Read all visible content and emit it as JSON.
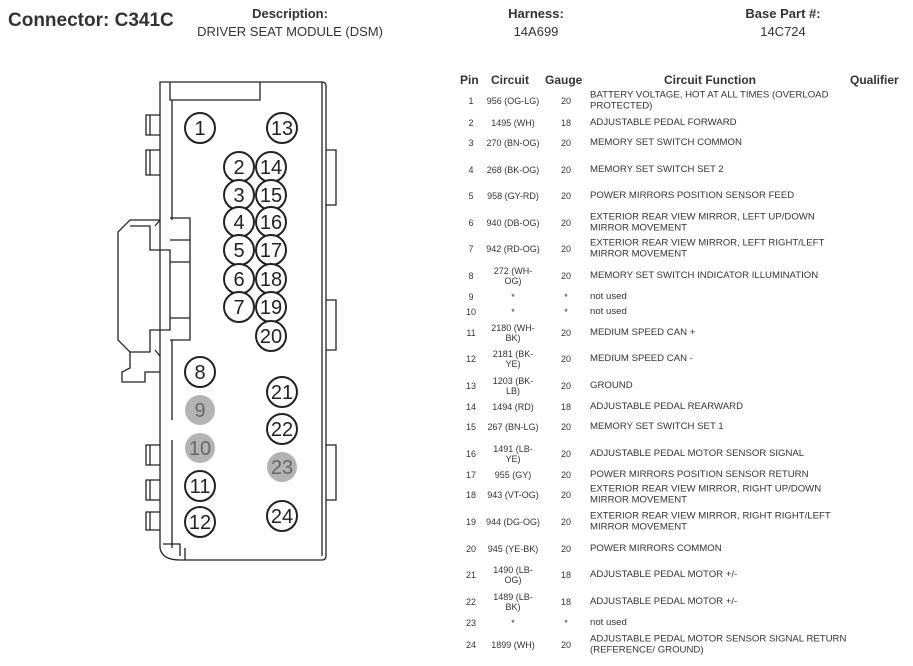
{
  "connector": {
    "title": "Connector: C341C"
  },
  "header": {
    "description_label": "Description:",
    "description_value": "DRIVER SEAT MODULE (DSM)",
    "harness_label": "Harness:",
    "harness_value": "14A699",
    "base_part_label": "Base Part #:",
    "base_part_value": "14C724"
  },
  "table": {
    "headers": {
      "pin": "Pin",
      "circuit": "Circuit",
      "gauge": "Gauge",
      "function": "Circuit Function",
      "qualifier": "Qualifier"
    },
    "rows": [
      {
        "pin": "1",
        "circuit": "956 (OG-LG)",
        "gauge": "20",
        "function": "BATTERY VOLTAGE, HOT AT ALL TIMES (OVERLOAD PROTECTED)"
      },
      {
        "pin": "2",
        "circuit": "1495 (WH)",
        "gauge": "18",
        "function": "ADJUSTABLE PEDAL FORWARD"
      },
      {
        "pin": "3",
        "circuit": "270 (BN-OG)",
        "gauge": "20",
        "function": "MEMORY SET SWITCH COMMON"
      },
      {
        "pin": "4",
        "circuit": "268 (BK-OG)",
        "gauge": "20",
        "function": "MEMORY SET SWITCH SET 2"
      },
      {
        "pin": "5",
        "circuit": "958 (GY-RD)",
        "gauge": "20",
        "function": "POWER MIRRORS POSITION SENSOR FEED"
      },
      {
        "pin": "6",
        "circuit": "940 (DB-OG)",
        "gauge": "20",
        "function": "EXTERIOR REAR VIEW MIRROR, LEFT UP/DOWN MIRROR MOVEMENT"
      },
      {
        "pin": "7",
        "circuit": "942 (RD-OG)",
        "gauge": "20",
        "function": "EXTERIOR REAR VIEW MIRROR, LEFT RIGHT/LEFT MIRROR MOVEMENT"
      },
      {
        "pin": "8",
        "circuit": "272 (WH-OG)",
        "gauge": "20",
        "function": "MEMORY SET SWITCH INDICATOR ILLUMINATION"
      },
      {
        "pin": "9",
        "circuit": "*",
        "gauge": "*",
        "function": "not used"
      },
      {
        "pin": "10",
        "circuit": "*",
        "gauge": "*",
        "function": "not used"
      },
      {
        "pin": "11",
        "circuit": "2180 (WH-BK)",
        "gauge": "20",
        "function": "MEDIUM SPEED CAN +"
      },
      {
        "pin": "12",
        "circuit": "2181 (BK-YE)",
        "gauge": "20",
        "function": "MEDIUM SPEED CAN -"
      },
      {
        "pin": "13",
        "circuit": "1203 (BK-LB)",
        "gauge": "20",
        "function": "GROUND"
      },
      {
        "pin": "14",
        "circuit": "1494 (RD)",
        "gauge": "18",
        "function": "ADJUSTABLE PEDAL REARWARD"
      },
      {
        "pin": "15",
        "circuit": "267 (BN-LG)",
        "gauge": "20",
        "function": "MEMORY SET SWITCH SET 1"
      },
      {
        "pin": "16",
        "circuit": "1491 (LB-YE)",
        "gauge": "20",
        "function": "ADJUSTABLE PEDAL MOTOR SENSOR SIGNAL"
      },
      {
        "pin": "17",
        "circuit": "955 (GY)",
        "gauge": "20",
        "function": "POWER MIRRORS POSITION SENSOR RETURN"
      },
      {
        "pin": "18",
        "circuit": "943 (VT-OG)",
        "gauge": "20",
        "function": "EXTERIOR REAR VIEW MIRROR, RIGHT UP/DOWN MIRROR MOVEMENT"
      },
      {
        "pin": "19",
        "circuit": "944 (DG-OG)",
        "gauge": "20",
        "function": "EXTERIOR REAR VIEW MIRROR, RIGHT RIGHT/LEFT MIRROR MOVEMENT"
      },
      {
        "pin": "20",
        "circuit": "945 (YE-BK)",
        "gauge": "20",
        "function": "POWER MIRRORS COMMON"
      },
      {
        "pin": "21",
        "circuit": "1490 (LB-OG)",
        "gauge": "18",
        "function": "ADJUSTABLE PEDAL MOTOR +/-"
      },
      {
        "pin": "22",
        "circuit": "1489 (LB-BK)",
        "gauge": "18",
        "function": "ADJUSTABLE PEDAL MOTOR +/-"
      },
      {
        "pin": "23",
        "circuit": "*",
        "gauge": "*",
        "function": "not used"
      },
      {
        "pin": "24",
        "circuit": "1899 (WH)",
        "gauge": "20",
        "function": "ADJUSTABLE PEDAL MOTOR SENSOR SIGNAL RETURN (REFERENCE/ GROUND)"
      }
    ]
  },
  "pins": [
    {
      "label": "1",
      "used": true
    },
    {
      "label": "2",
      "used": true
    },
    {
      "label": "3",
      "used": true
    },
    {
      "label": "4",
      "used": true
    },
    {
      "label": "5",
      "used": true
    },
    {
      "label": "6",
      "used": true
    },
    {
      "label": "7",
      "used": true
    },
    {
      "label": "8",
      "used": true
    },
    {
      "label": "9",
      "used": false
    },
    {
      "label": "10",
      "used": false
    },
    {
      "label": "11",
      "used": true
    },
    {
      "label": "12",
      "used": true
    },
    {
      "label": "13",
      "used": true
    },
    {
      "label": "14",
      "used": true
    },
    {
      "label": "15",
      "used": true
    },
    {
      "label": "16",
      "used": true
    },
    {
      "label": "17",
      "used": true
    },
    {
      "label": "18",
      "used": true
    },
    {
      "label": "19",
      "used": true
    },
    {
      "label": "20",
      "used": true
    },
    {
      "label": "21",
      "used": true
    },
    {
      "label": "22",
      "used": true
    },
    {
      "label": "23",
      "used": false
    },
    {
      "label": "24",
      "used": true
    }
  ],
  "colors": {
    "outline": "#222222",
    "unused_pin_fill": "#b3b3b3",
    "unused_pin_text": "#666666"
  }
}
